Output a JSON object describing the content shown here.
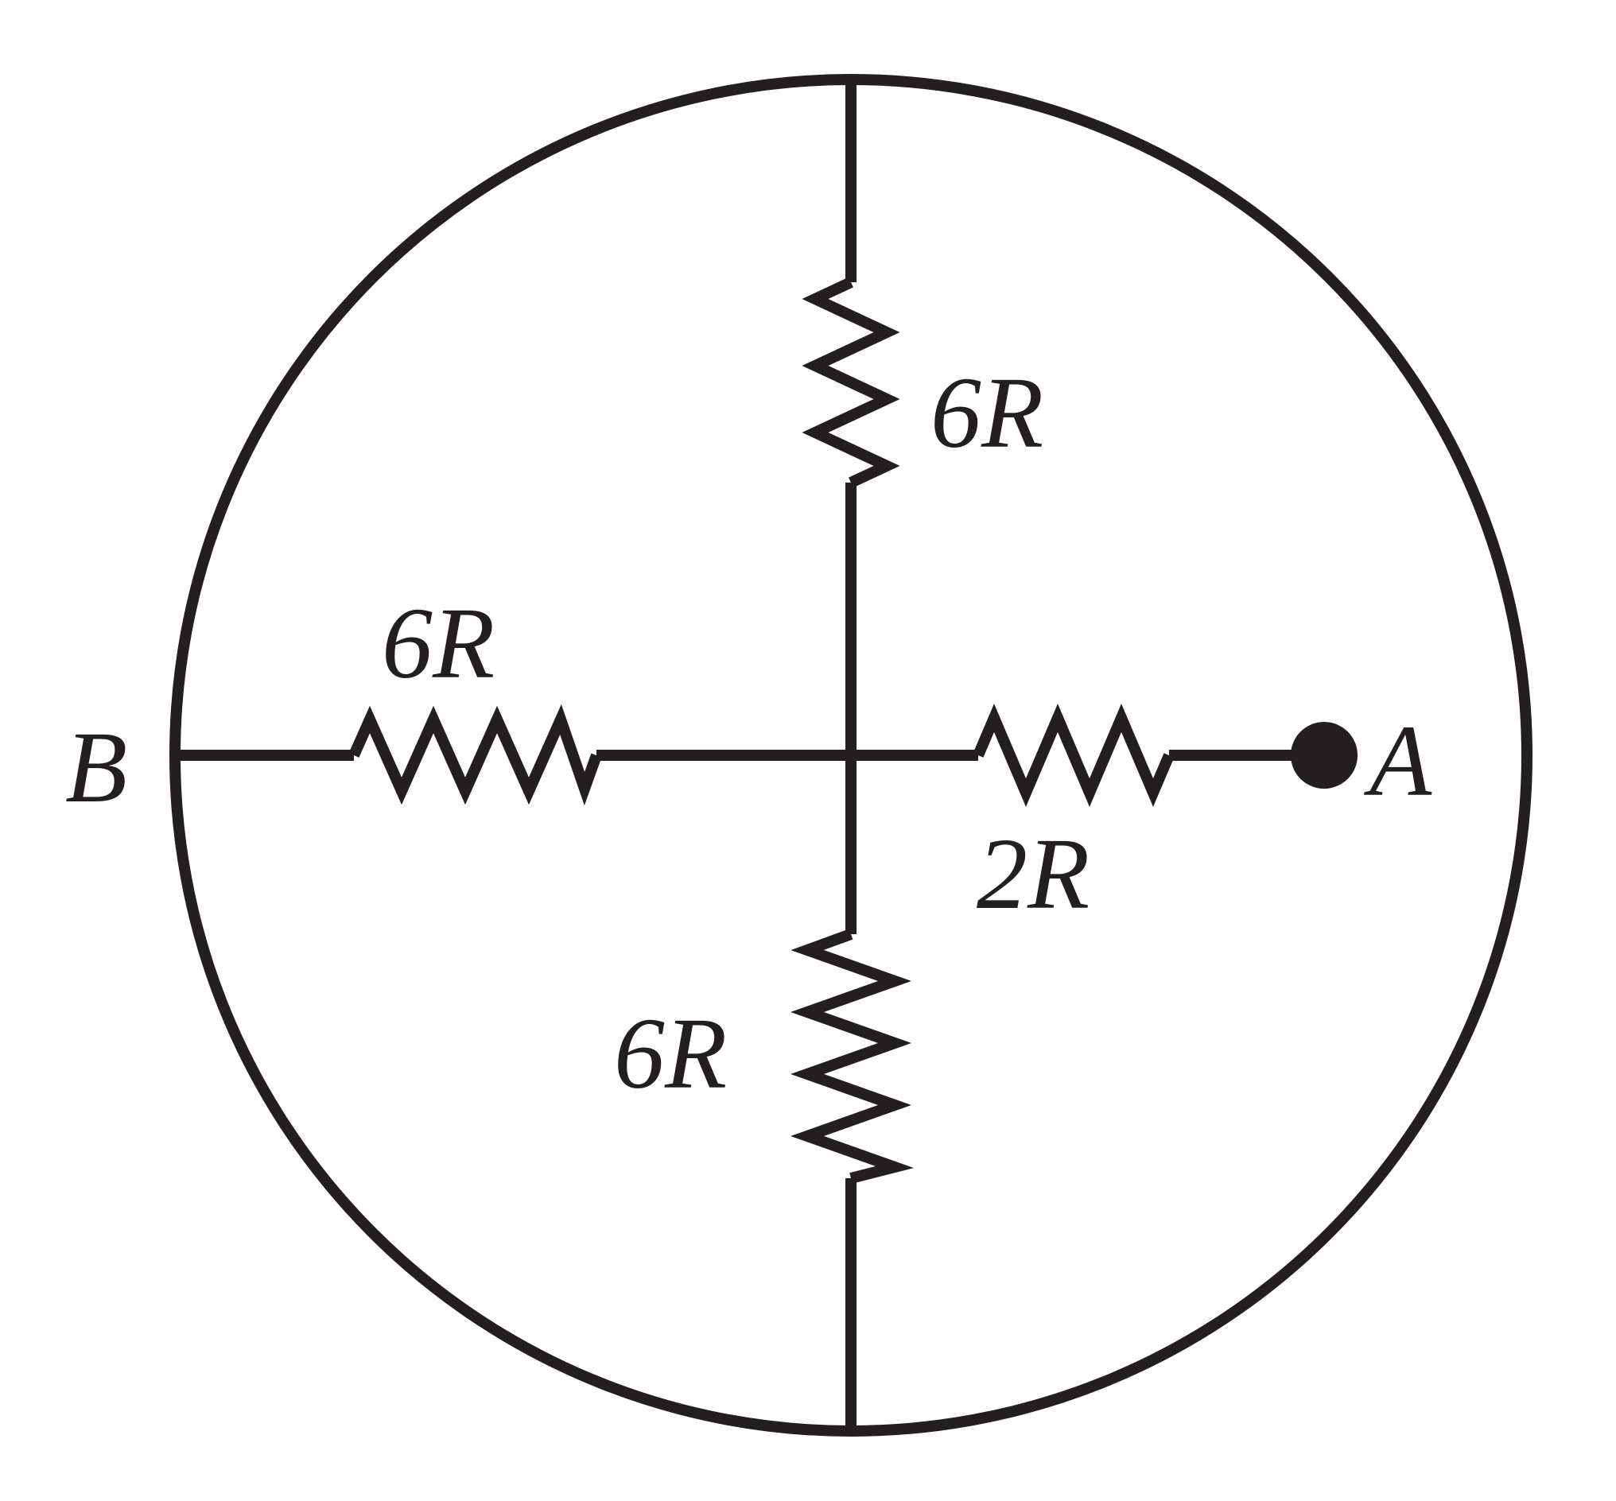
{
  "diagram": {
    "resistors": {
      "top": "6R",
      "left": "6R",
      "right": "2R",
      "bottom": "6R"
    },
    "nodes": {
      "a": "A",
      "b": "B"
    }
  }
}
